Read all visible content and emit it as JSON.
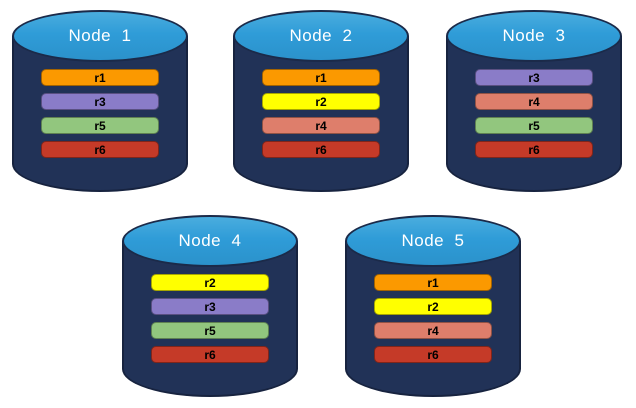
{
  "colors": {
    "cylinder_body": "#213257",
    "cylinder_outline": "#17233f",
    "cylinder_top_blue": "#2f9cd8",
    "node_label_text": "#ffffff",
    "bar_text": "#000000",
    "replicas": {
      "r1": "#fb9900",
      "r2": "#ffff00",
      "r3": "#8a7cc8",
      "r4": "#de7e6b",
      "r5": "#92c67e",
      "r6": "#c53a28"
    }
  },
  "nodes": [
    {
      "label": "Node  1",
      "replicas": [
        "r1",
        "r3",
        "r5",
        "r6"
      ]
    },
    {
      "label": "Node  2",
      "replicas": [
        "r1",
        "r2",
        "r4",
        "r6"
      ]
    },
    {
      "label": "Node  3",
      "replicas": [
        "r3",
        "r4",
        "r5",
        "r6"
      ]
    },
    {
      "label": "Node  4",
      "replicas": [
        "r2",
        "r3",
        "r5",
        "r6"
      ]
    },
    {
      "label": "Node  5",
      "replicas": [
        "r1",
        "r2",
        "r4",
        "r6"
      ]
    }
  ]
}
